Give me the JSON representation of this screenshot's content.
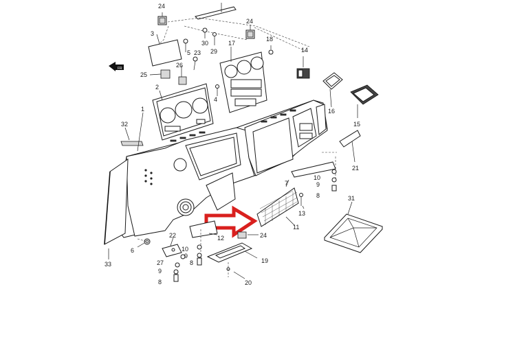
{
  "diagram": {
    "colors": {
      "line": "#1a1a1a",
      "arrow": "#d9201e",
      "background": "#ffffff"
    },
    "labels": {
      "l1": "1",
      "l2": "2",
      "l3": "3",
      "l4": "4",
      "l5": "5",
      "l6": "6",
      "l7": "7",
      "l8a": "8",
      "l8b": "8",
      "l9a": "9",
      "l9b": "9",
      "l9c": "9",
      "l10a": "10",
      "l10b": "10",
      "l11": "11",
      "l12": "12",
      "l13": "13",
      "l14": "14",
      "l15": "15",
      "l16": "16",
      "l17": "17",
      "l18": "18",
      "l19": "19",
      "l20": "20",
      "l21": "21",
      "l22": "22",
      "l23": "23",
      "l24a": "24",
      "l24b": "24",
      "l24c": "24",
      "l25": "25",
      "l26": "26",
      "l27": "27",
      "l29": "29",
      "l30": "30",
      "l31": "31",
      "l32": "32",
      "l33": "33",
      "fr": "FR"
    },
    "icons": {
      "front_arrow": "front-direction-arrow-icon",
      "highlight": "red-outline-arrow-icon"
    }
  }
}
